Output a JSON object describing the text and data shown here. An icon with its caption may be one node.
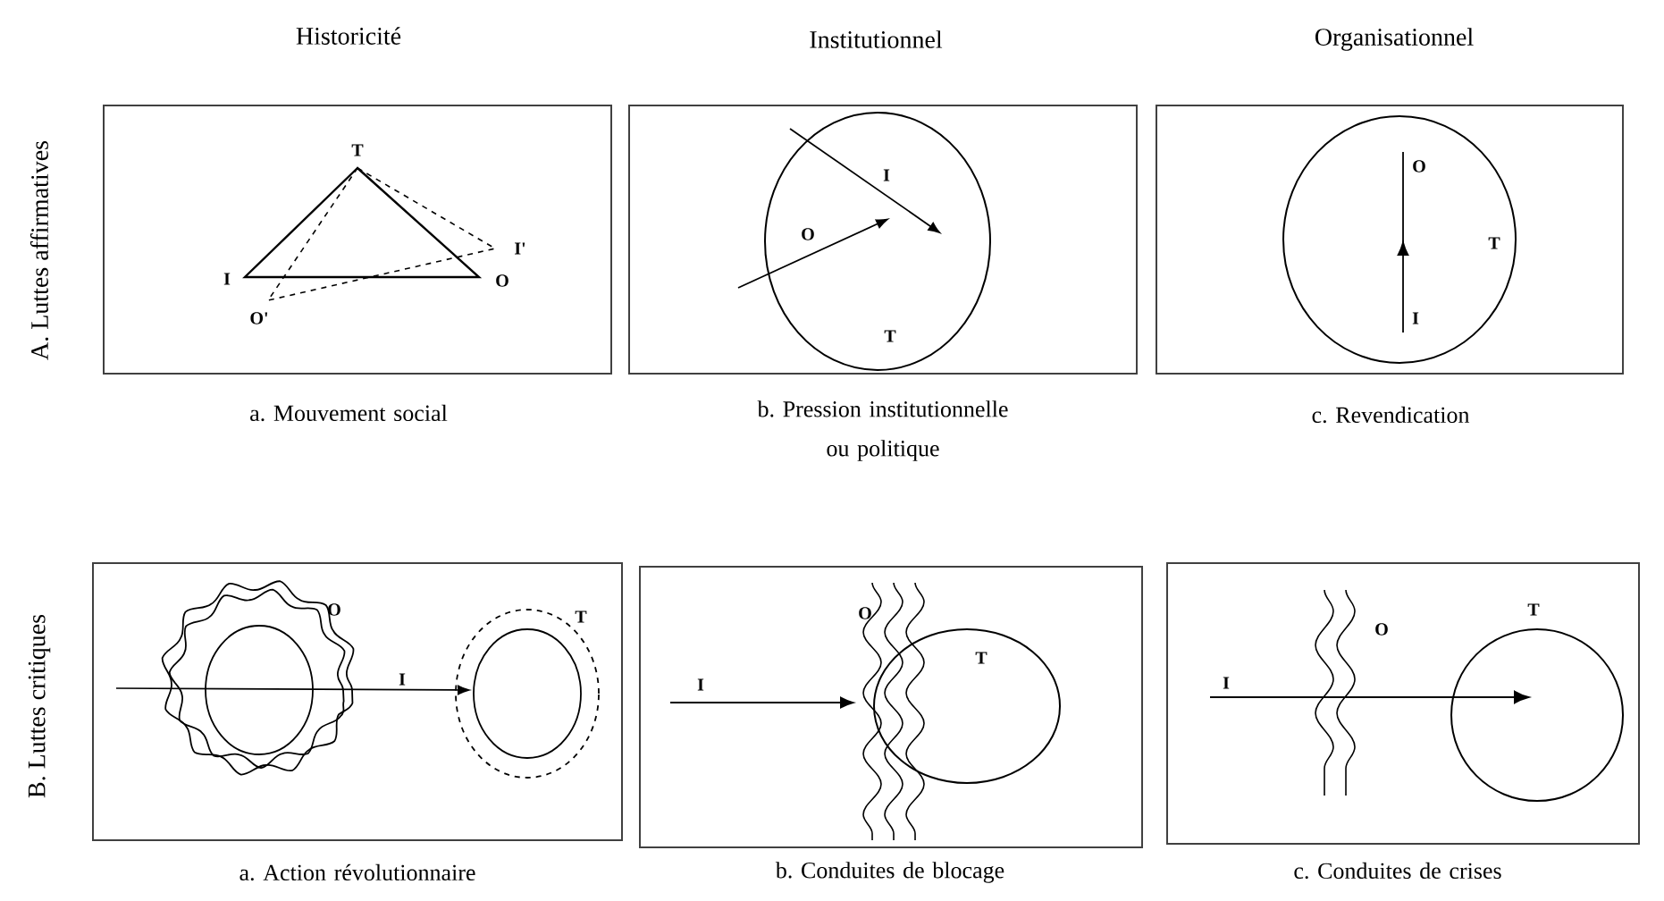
{
  "diagram": {
    "nodes": [
      {
        "text": [
          "T",
          "I'",
          "I",
          "O",
          "O'"
        ],
        "beside": [
          "a. Mouvement social"
        ]
      },
      {
        "text": [
          "I",
          "O",
          "T"
        ],
        "beside": [
          "b. Pression institutionnelle ou politique"
        ]
      },
      {
        "text": [
          "O",
          "T",
          "I"
        ],
        "beside": [
          "c. Revendication"
        ]
      },
      {
        "text": [
          "O",
          "T",
          "I"
        ],
        "beside": [
          "a. Action révolutionnaire"
        ]
      },
      {
        "text": [
          "O",
          "T",
          "I"
        ],
        "beside": [
          "b. Conduites de blocage"
        ]
      },
      {
        "text": [
          "O",
          "T",
          "I"
        ],
        "beside": [
          "c. Conduites de crises"
        ]
      }
    ],
    "labels": [
      "Historicité",
      "Institutionnel",
      "Organisationnel",
      "A. Luttes affirmatives",
      "B. Luttes critiques"
    ]
  }
}
